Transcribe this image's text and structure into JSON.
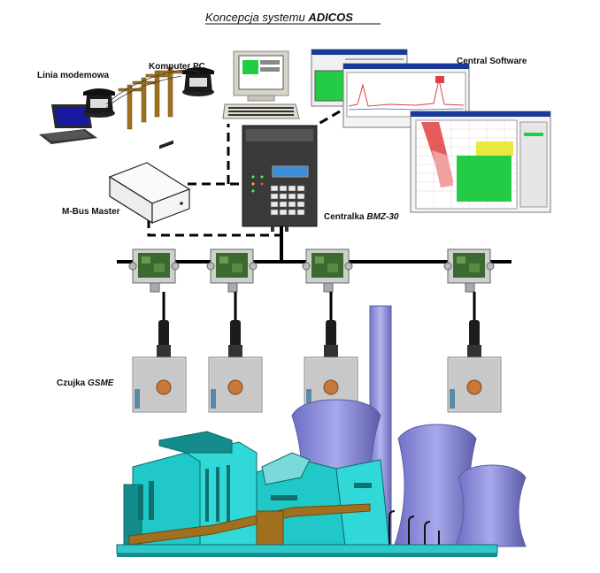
{
  "title": {
    "prefix": "Koncepcja systemu ",
    "brand": "ADICOS"
  },
  "labels": {
    "modem_line": "Linia modemowa",
    "pc": "Komputer PC",
    "software": "Central Software",
    "mbus": "M-Bus Master",
    "central_prefix": "Centralka ",
    "central_model": "BMZ-30",
    "sensor_prefix": "Czujka ",
    "sensor_model": "GSME"
  },
  "colors": {
    "line": "#000000",
    "pole": "#a0701f",
    "plant_cyan": "#20c8c8",
    "plant_dark": "#148c8c",
    "tower": "#8b8bd6",
    "tower_dark": "#5a5aa8",
    "screen_green": "#22cc44",
    "screen_red": "#e04040"
  }
}
